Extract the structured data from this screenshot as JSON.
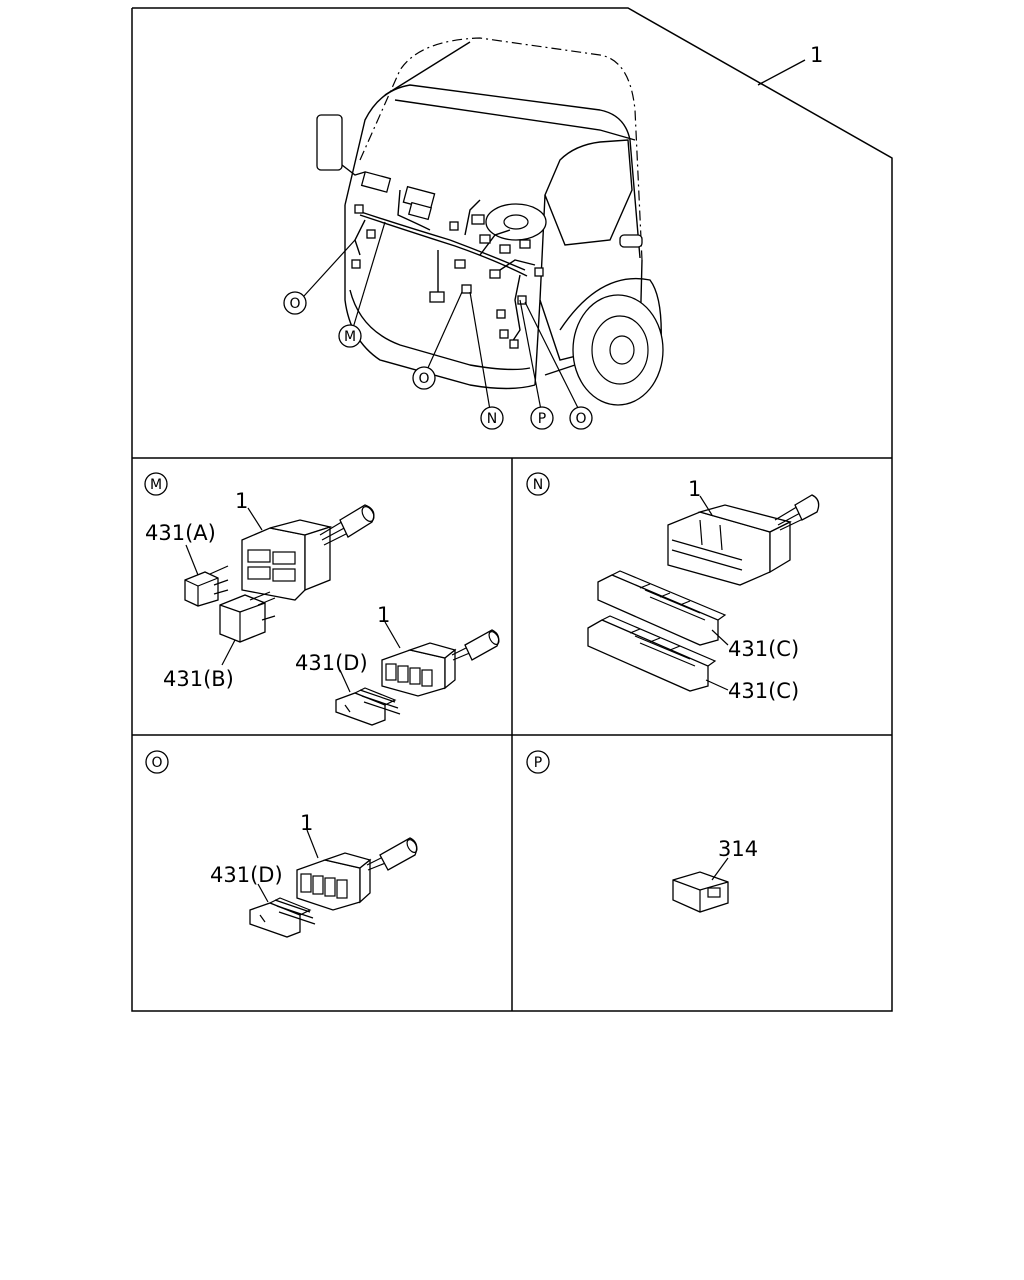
{
  "overview": {
    "part_label": "1",
    "callouts": [
      "O",
      "M",
      "O",
      "N",
      "P",
      "O"
    ]
  },
  "panel_m": {
    "tag": "M",
    "connector_large_label": "1",
    "connector_small_label": "1",
    "part_a": "431(A)",
    "part_b": "431(B)",
    "part_d": "431(D)"
  },
  "panel_n": {
    "tag": "N",
    "connector_label": "1",
    "part_c_upper": "431(C)",
    "part_c_lower": "431(C)"
  },
  "panel_o": {
    "tag": "O",
    "connector_label": "1",
    "part_d": "431(D)"
  },
  "panel_p": {
    "tag": "P",
    "part": "314"
  }
}
